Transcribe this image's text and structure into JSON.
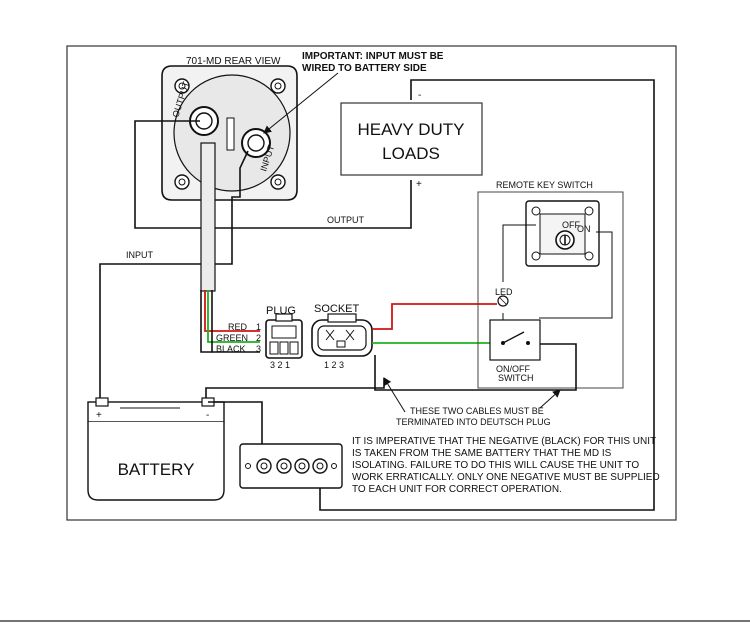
{
  "labels": {
    "rear_view": "701-MD REAR VIEW",
    "important_1": "IMPORTANT: INPUT MUST BE",
    "important_2": "WIRED TO BATTERY SIDE",
    "loads_1": "HEAVY DUTY",
    "loads_2": "LOADS",
    "minus": "-",
    "plus": "+",
    "remote_key_switch": "REMOTE KEY SWITCH",
    "output": "OUTPUT",
    "input": "INPUT",
    "output_terminal": "OUTPUT",
    "input_terminal": "INPUT",
    "off": "OFF",
    "on": "ON",
    "led": "LED",
    "plug": "PLUG",
    "socket": "SOCKET",
    "red": "RED",
    "green": "GREEN",
    "black": "BLACK",
    "pin_1": "1",
    "pin_2": "2",
    "pin_3": "3",
    "plug_pins": "3 2 1",
    "socket_pins": "1 2 3",
    "on_off_1": "ON/OFF",
    "on_off_2": "SWITCH",
    "cables_1": "THESE TWO CABLES MUST BE",
    "cables_2": "TERMINATED INTO DEUTSCH PLUG",
    "battery": "BATTERY",
    "batt_plus": "+",
    "batt_minus": "-",
    "note_1": "IT IS IMPERATIVE THAT THE NEGATIVE (BLACK) FOR THIS UNIT",
    "note_2": "IS TAKEN FROM THE SAME BATTERY THAT THE MD IS",
    "note_3": "ISOLATING. FAILURE TO DO THIS WILL CAUSE THE UNIT TO",
    "note_4": "WORK ERRATICALLY. ONLY ONE NEGATIVE MUST BE SUPPLIED",
    "note_5": "TO EACH UNIT FOR CORRECT OPERATION."
  },
  "colors": {
    "red_wire": "#d21414",
    "green_wire": "#19b41e",
    "black_wire": "#111111"
  }
}
